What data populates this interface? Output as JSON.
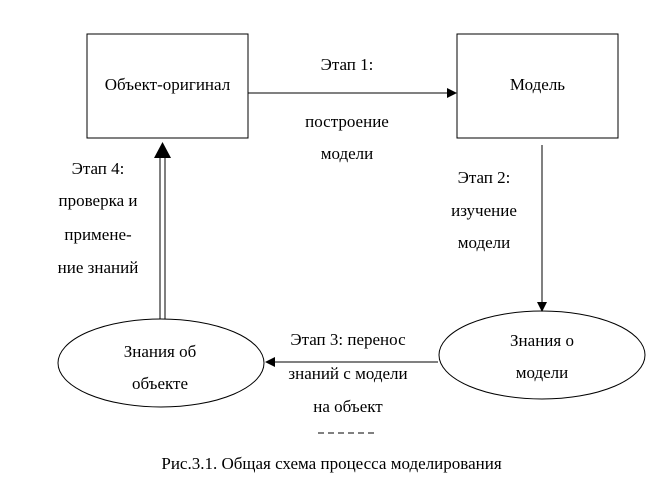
{
  "nodes": {
    "original": {
      "label": "Объект-оригинал"
    },
    "model": {
      "label": "Модель"
    },
    "model_knowledge": {
      "line1": "Знания о",
      "line2": "модели"
    },
    "object_knowledge": {
      "line1": "Знания об",
      "line2": "объекте"
    }
  },
  "stages": {
    "stage1": {
      "line1": "Этап 1:",
      "line2": "построение",
      "line3": "модели"
    },
    "stage2": {
      "line1": "Этап 2:",
      "line2": "изучение",
      "line3": "модели"
    },
    "stage3": {
      "line1": "Этап 3: перенос",
      "line2": "знаний с модели",
      "line3": "на объект"
    },
    "stage4": {
      "line1": "Этап 4:",
      "line2": "проверка и",
      "line3": "примене-",
      "line4": "ние знаний"
    }
  },
  "caption": "Рис.3.1. Общая схема процесса моделирования",
  "colors": {
    "ink": "#000000",
    "background": "#ffffff"
  }
}
